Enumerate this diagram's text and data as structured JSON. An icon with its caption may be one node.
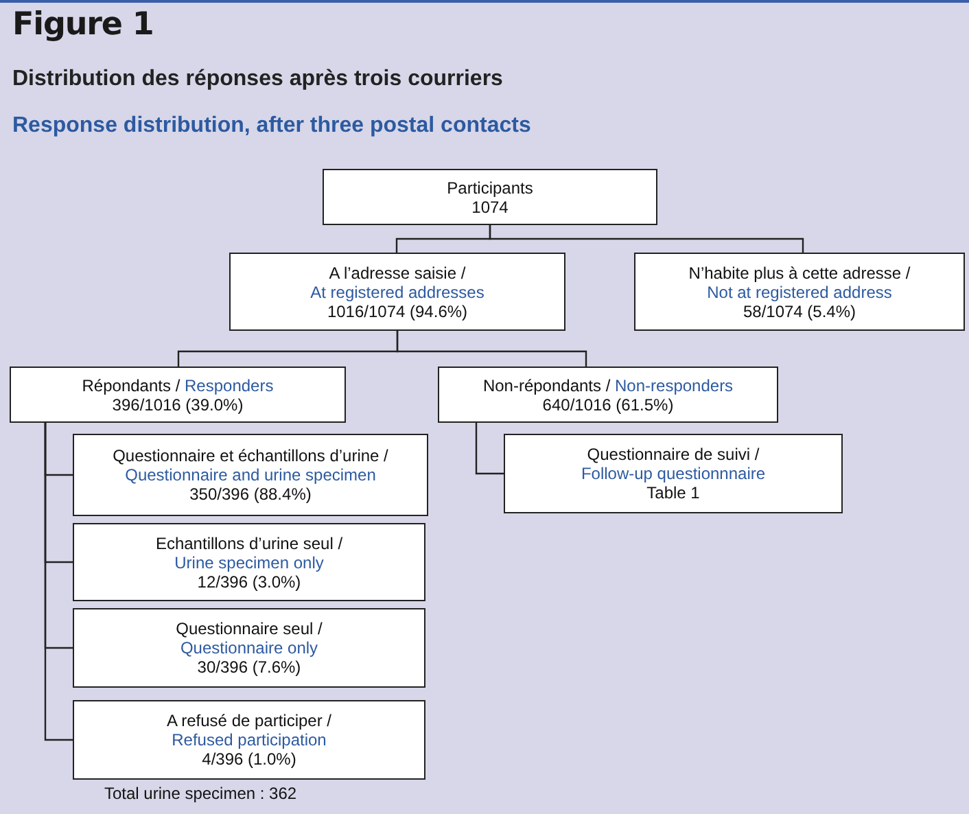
{
  "diagram": {
    "title": "Figure 1",
    "nodes": [
      {
        "text": [
          "Participants",
          "1074"
        ]
      },
      {
        "text": [
          "A l’adresse saisie /",
          "At registered addresses",
          "1016/1074 (94.6%)"
        ]
      },
      {
        "text": [
          "N’habite plus à cette adresse /",
          "Not at registered address",
          "58/1074 (5.4%)"
        ]
      },
      {
        "text": [
          "Répondants /",
          "Responders",
          "396/1016 (39.0%)"
        ]
      },
      {
        "text": [
          "Non-répondants /",
          "Non-responders",
          "640/1016 (61.5%)"
        ]
      },
      {
        "text": [
          "Questionnaire et échantillons d’urine /",
          "Questionnaire and urine specimen",
          "350/396 (88.4%)"
        ]
      },
      {
        "text": [
          "Echantillons d’urine seul /",
          "Urine specimen only",
          "12/396 (3.0%)"
        ]
      },
      {
        "text": [
          "Questionnaire seul /",
          "Questionnaire only",
          "30/396 (7.6%)"
        ]
      },
      {
        "text": [
          "A refusé de participer  /",
          "Refused participation",
          "4/396 (1.0%)"
        ]
      },
      {
        "text": [
          "Questionnaire de suivi /",
          "Follow-up questionnnaire",
          "Table 1"
        ]
      }
    ],
    "edges": [
      {
        "from": 0,
        "to": 1,
        "arrow": "none"
      },
      {
        "from": 0,
        "to": 2,
        "arrow": "none"
      },
      {
        "from": 1,
        "to": 3,
        "arrow": "none"
      },
      {
        "from": 1,
        "to": 4,
        "arrow": "none"
      },
      {
        "from": 3,
        "to": 5,
        "arrow": "none"
      },
      {
        "from": 3,
        "to": 6,
        "arrow": "none"
      },
      {
        "from": 3,
        "to": 7,
        "arrow": "none"
      },
      {
        "from": 3,
        "to": 8,
        "arrow": "none"
      },
      {
        "from": 4,
        "to": 9,
        "arrow": "none"
      }
    ],
    "labels": [
      "Distribution des réponses après trois courriers",
      "Response distribution, after three postal contacts",
      "Total urine specimen : 362"
    ]
  }
}
